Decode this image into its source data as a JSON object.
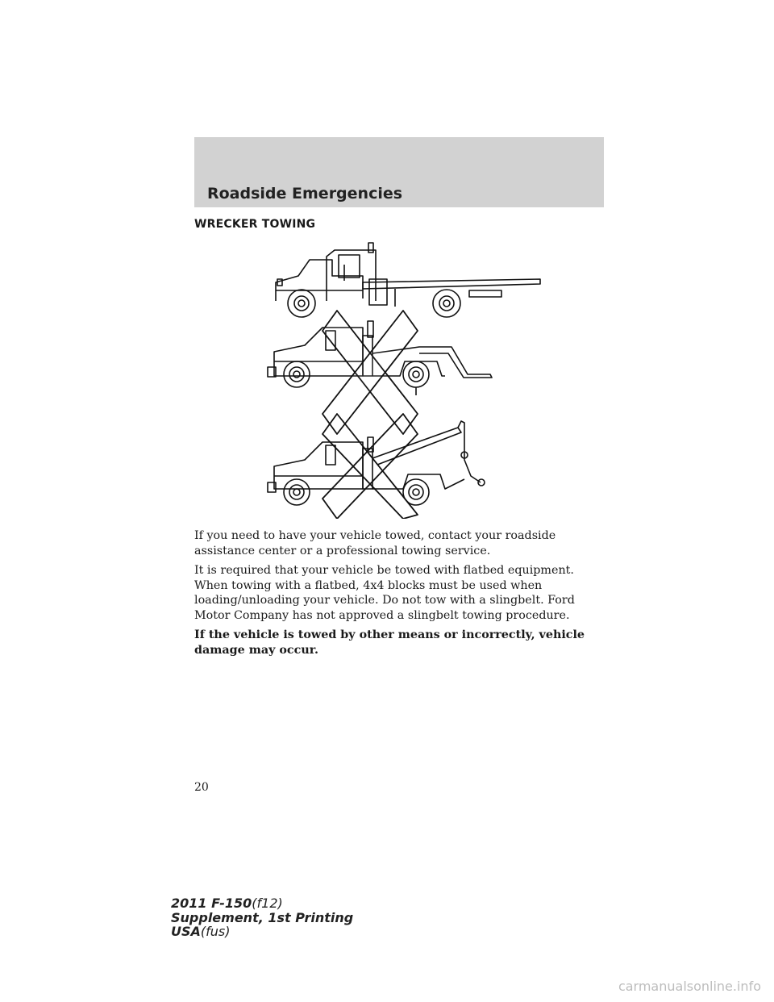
{
  "header": {
    "title": "Roadside Emergencies"
  },
  "section": {
    "heading": "WRECKER TOWING"
  },
  "illustration": {
    "icons": [
      "flatbed-truck-icon",
      "wheel-lift-truck-icon",
      "hook-wrecker-truck-icon",
      "prohibited-x-icon"
    ]
  },
  "body": {
    "p1": "If you need to have your vehicle towed, contact your roadside assistance center or a professional towing service.",
    "p2": "It is required that your vehicle be towed with flatbed equipment. When towing with a flatbed, 4x4 blocks must be used when loading/unloading your vehicle. Do not tow with a slingbelt. Ford Motor Company has not approved a slingbelt towing procedure.",
    "warning": "If the vehicle is towed by other means or incorrectly, vehicle damage may occur."
  },
  "page_number": "20",
  "footer": {
    "model": "2011 F-150",
    "model_code": "(f12)",
    "printing": "Supplement, 1st Printing",
    "market": "USA",
    "market_code": "(fus)"
  },
  "watermark": "carmanualsonline.info"
}
